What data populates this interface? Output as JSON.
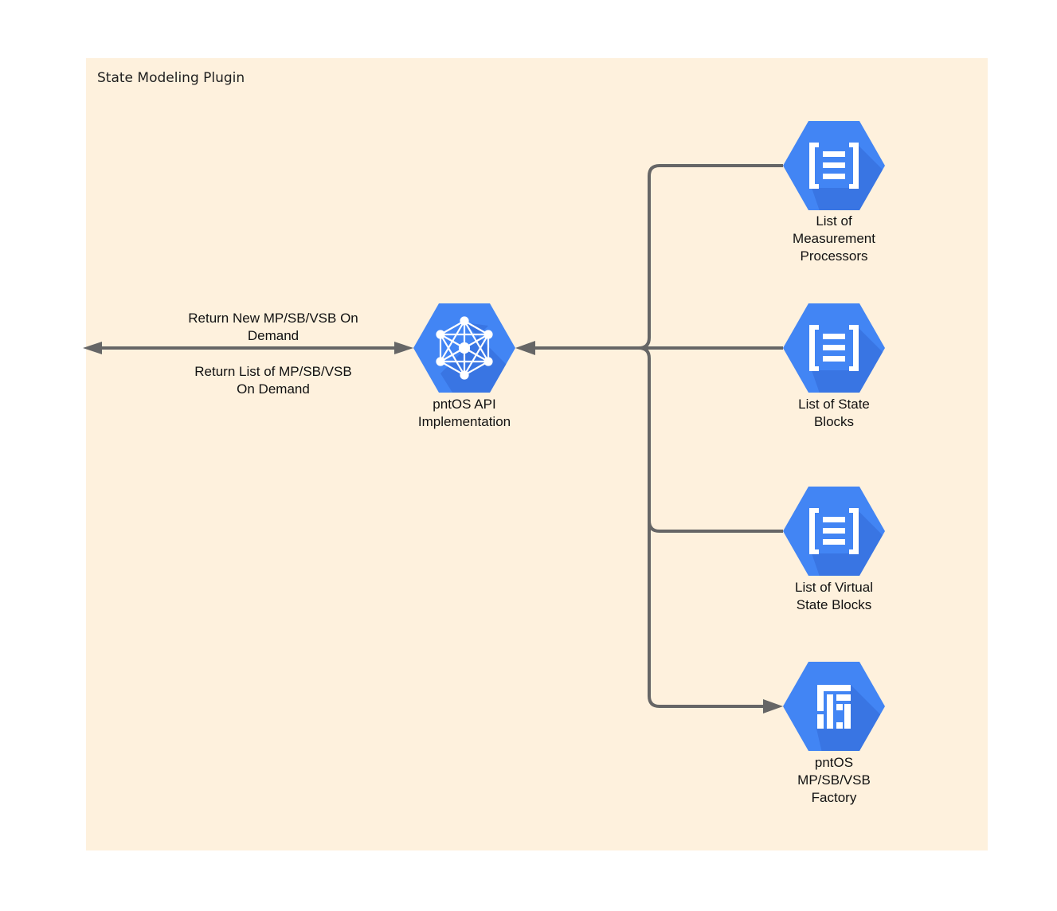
{
  "panel": {
    "title": "State Modeling Plugin"
  },
  "colors": {
    "panel_bg": "#fef1dd",
    "hex_blue": "#4285f4",
    "hex_shadow": "#3367d6",
    "connector": "#666666"
  },
  "edge_labels": {
    "top_line1": "Return New MP/SB/VSB On",
    "top_line2": "Demand",
    "bottom_line1": "Return List of MP/SB/VSB",
    "bottom_line2": "On Demand"
  },
  "nodes": {
    "api": {
      "line1": "pntOS API",
      "line2": "Implementation",
      "icon": "network-mesh-icon"
    },
    "mp": {
      "line1": "List of",
      "line2": "Measurement",
      "line3": "Processors",
      "icon": "list-brackets-icon"
    },
    "sb": {
      "line1": "List of State",
      "line2": "Blocks",
      "icon": "list-brackets-icon"
    },
    "vsb": {
      "line1": "List of Virtual",
      "line2": "State Blocks",
      "icon": "list-brackets-icon"
    },
    "factory": {
      "line1": "pntOS",
      "line2": "MP/SB/VSB",
      "line3": "Factory",
      "icon": "factory-blocks-icon"
    }
  }
}
